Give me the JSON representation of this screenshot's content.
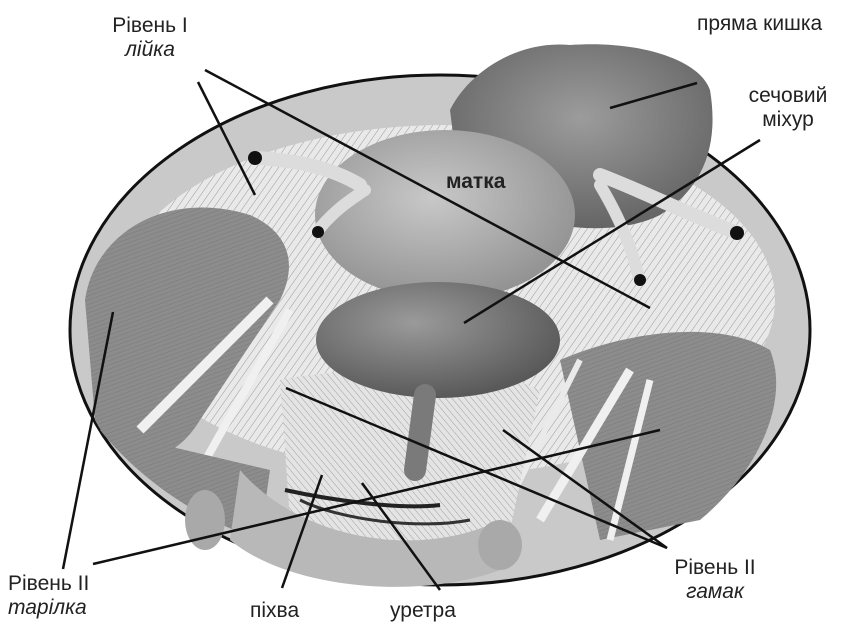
{
  "labels": {
    "level1": {
      "line1": "Рівень I",
      "line2": "лійка"
    },
    "rectum": "пряма кишка",
    "bladder": {
      "line1": "сечовий",
      "line2": "міхур"
    },
    "uterus": "матка",
    "level2_plate": {
      "line1": "Рівень II",
      "line2": "тарілка"
    },
    "vagina": "піхва",
    "urethra": "уретра",
    "level2_hammock": {
      "line1": "Рівень II",
      "line2": "гамак"
    }
  },
  "colors": {
    "ink": "#222222",
    "muscle": "#8a8a8a",
    "organ": "#8f8f8f",
    "bladder": "#6f6f6f",
    "fascia": "#d8d8d8"
  }
}
